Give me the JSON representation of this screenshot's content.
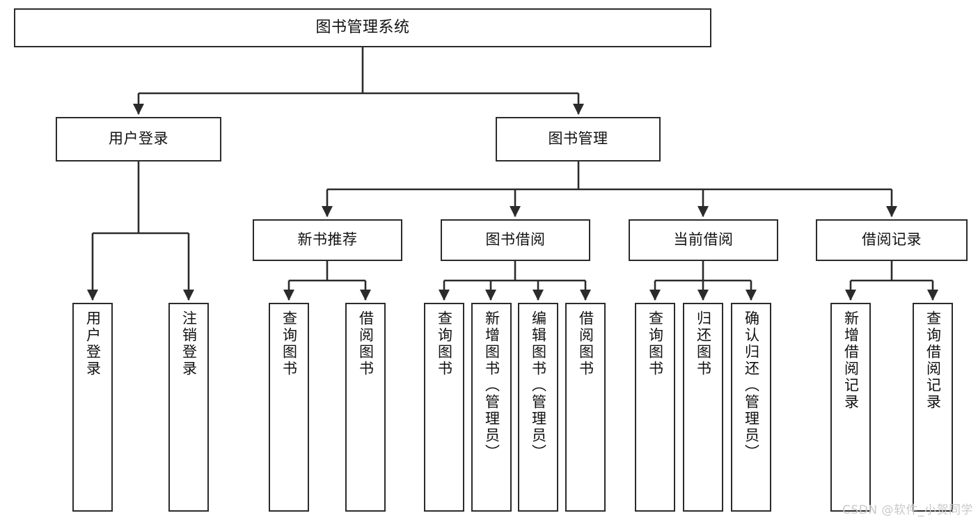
{
  "diagram": {
    "title": "图书管理系统",
    "type": "tree-hierarchy-diagram",
    "stroke_color": "#2b2b2b",
    "background_color": "#ffffff",
    "text_color": "#111111",
    "watermark": "CSDN @软件_小贺同学",
    "watermark_color": "#c9c9c9"
  },
  "nodes": {
    "root": {
      "label": "图书管理系统"
    },
    "level2": [
      {
        "label": "用户登录"
      },
      {
        "label": "图书管理"
      }
    ],
    "level3": [
      {
        "label": "新书推荐"
      },
      {
        "label": "图书借阅"
      },
      {
        "label": "当前借阅"
      },
      {
        "label": "借阅记录"
      }
    ],
    "leaves": {
      "user_login": [
        {
          "label": "用户登录"
        },
        {
          "label": "注销登录"
        }
      ],
      "new_book_recommend": [
        {
          "label": "查询图书"
        },
        {
          "label": "借阅图书"
        }
      ],
      "book_borrow": [
        {
          "label": "查询图书"
        },
        {
          "label": "新增图书（管理员）"
        },
        {
          "label": "编辑图书（管理员）"
        },
        {
          "label": "借阅图书"
        }
      ],
      "current_borrow": [
        {
          "label": "查询图书"
        },
        {
          "label": "归还图书"
        },
        {
          "label": "确认归还（管理员）"
        }
      ],
      "borrow_record": [
        {
          "label": "新增借阅记录"
        },
        {
          "label": "查询借阅记录"
        }
      ]
    }
  }
}
